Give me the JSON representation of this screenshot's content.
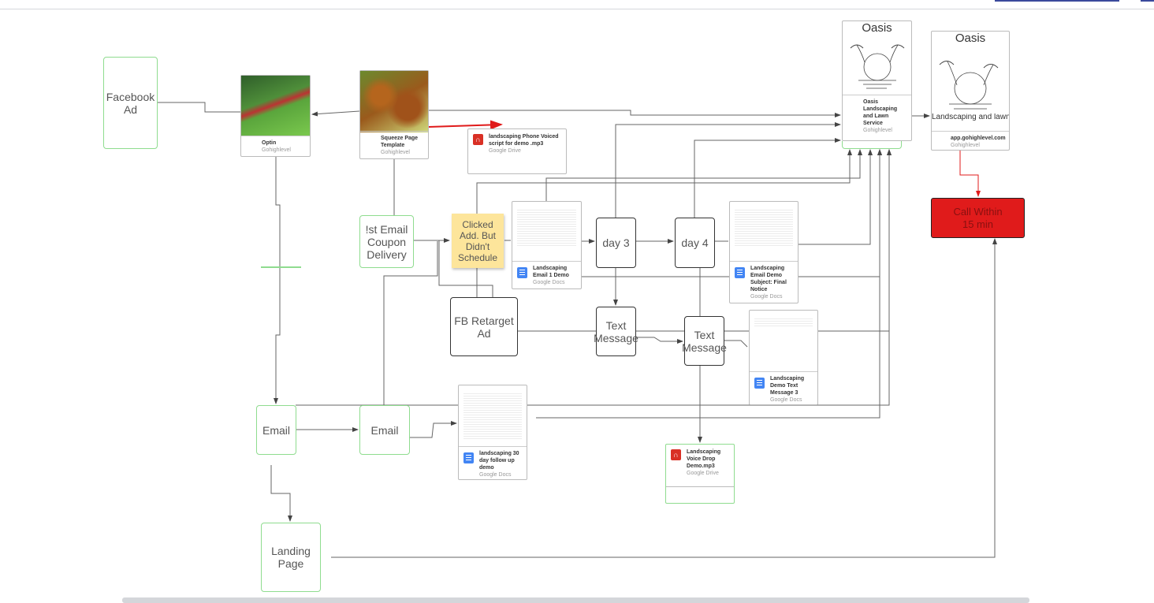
{
  "nodes": {
    "facebook_ad": "Facebook Ad",
    "first_email": "!st Email Coupon Delivery",
    "clicked_add": "Clicked Add. But Didn't Schedule",
    "day3": "day 3",
    "day4": "day 4",
    "fb_retarget": "FB Retarget Ad",
    "text_message_1": "Text Message",
    "text_message_2": "Text Message",
    "email_a": "Email",
    "email_b": "Email",
    "landing_page": "Landing Page",
    "call": "Call Within 15 min"
  },
  "cards": {
    "optin": {
      "title": "Optin",
      "source": "Gohighlevel"
    },
    "squeeze": {
      "title": "Squeeze Page Template",
      "source": "Gohighlevel"
    },
    "phone_script": {
      "title": "landscaping Phone Voiced script for demo .mp3",
      "source": "Google Drive",
      "icon": "audio-icon"
    },
    "oasis1": {
      "logo": "Oasis",
      "title": "Oasis Landscaping and Lawn Service",
      "source": "Gohighlevel"
    },
    "oasis2": {
      "logo": "Oasis",
      "banner": "Landscaping and lawncare",
      "title": "app.gohighlevel.com",
      "source": "Gohighlevel"
    },
    "email1_doc": {
      "title": "Landscaping Email 1 Demo",
      "source": "Google Docs",
      "icon": "doc-icon"
    },
    "final_notice_doc": {
      "title": "Landscaping Email Demo Subject: Final Notice",
      "source": "Google Docs",
      "icon": "doc-icon"
    },
    "text3_doc": {
      "title": "Landscaping Demo Text Message 3",
      "source": "Google Docs",
      "icon": "doc-icon"
    },
    "followup_doc": {
      "title": "landscaping 30 day follow up demo",
      "source": "Google Docs",
      "icon": "doc-icon"
    },
    "voice_drop": {
      "title": "Landscaping Voice Drop Demo.mp3",
      "source": "Google Drive",
      "icon": "audio-icon"
    }
  },
  "colors": {
    "green_border": "#8fdc8f",
    "sticky": "#fde59b",
    "call": "#e01b1b",
    "doc": "#4285f4",
    "audio": "#d93025",
    "red_line": "#e01b1b"
  }
}
